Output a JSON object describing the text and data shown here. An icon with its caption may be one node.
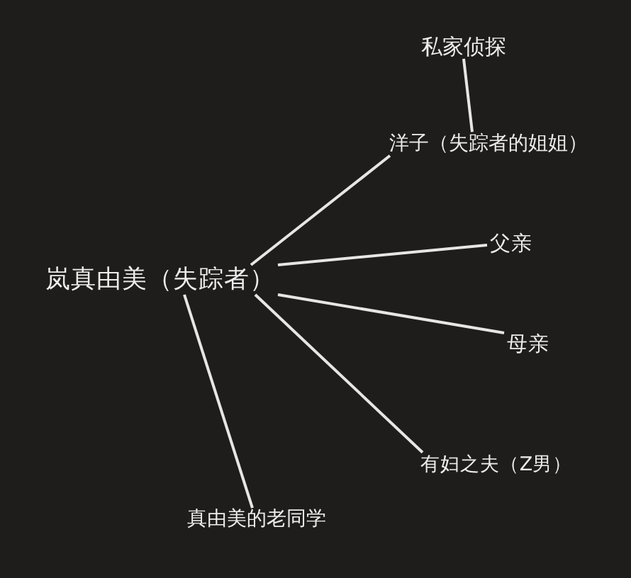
{
  "diagram": {
    "nodes": [
      {
        "text": [
          "私家侦探"
        ]
      },
      {
        "text": [
          "洋子（失踪者的姐姐）"
        ]
      },
      {
        "text": [
          "岚真由美（失踪者）"
        ]
      },
      {
        "text": [
          "父亲"
        ]
      },
      {
        "text": [
          "母亲"
        ]
      },
      {
        "text": [
          "有妇之夫（Z男）"
        ]
      },
      {
        "text": [
          "真由美的老同学"
        ]
      }
    ],
    "edges": [
      {
        "from": 0,
        "to": 1,
        "arrow": "none"
      },
      {
        "from": 1,
        "to": 2,
        "arrow": "none"
      },
      {
        "from": 2,
        "to": 3,
        "arrow": "none"
      },
      {
        "from": 2,
        "to": 4,
        "arrow": "none"
      },
      {
        "from": 2,
        "to": 5,
        "arrow": "none"
      },
      {
        "from": 2,
        "to": 6,
        "arrow": "none"
      }
    ]
  }
}
